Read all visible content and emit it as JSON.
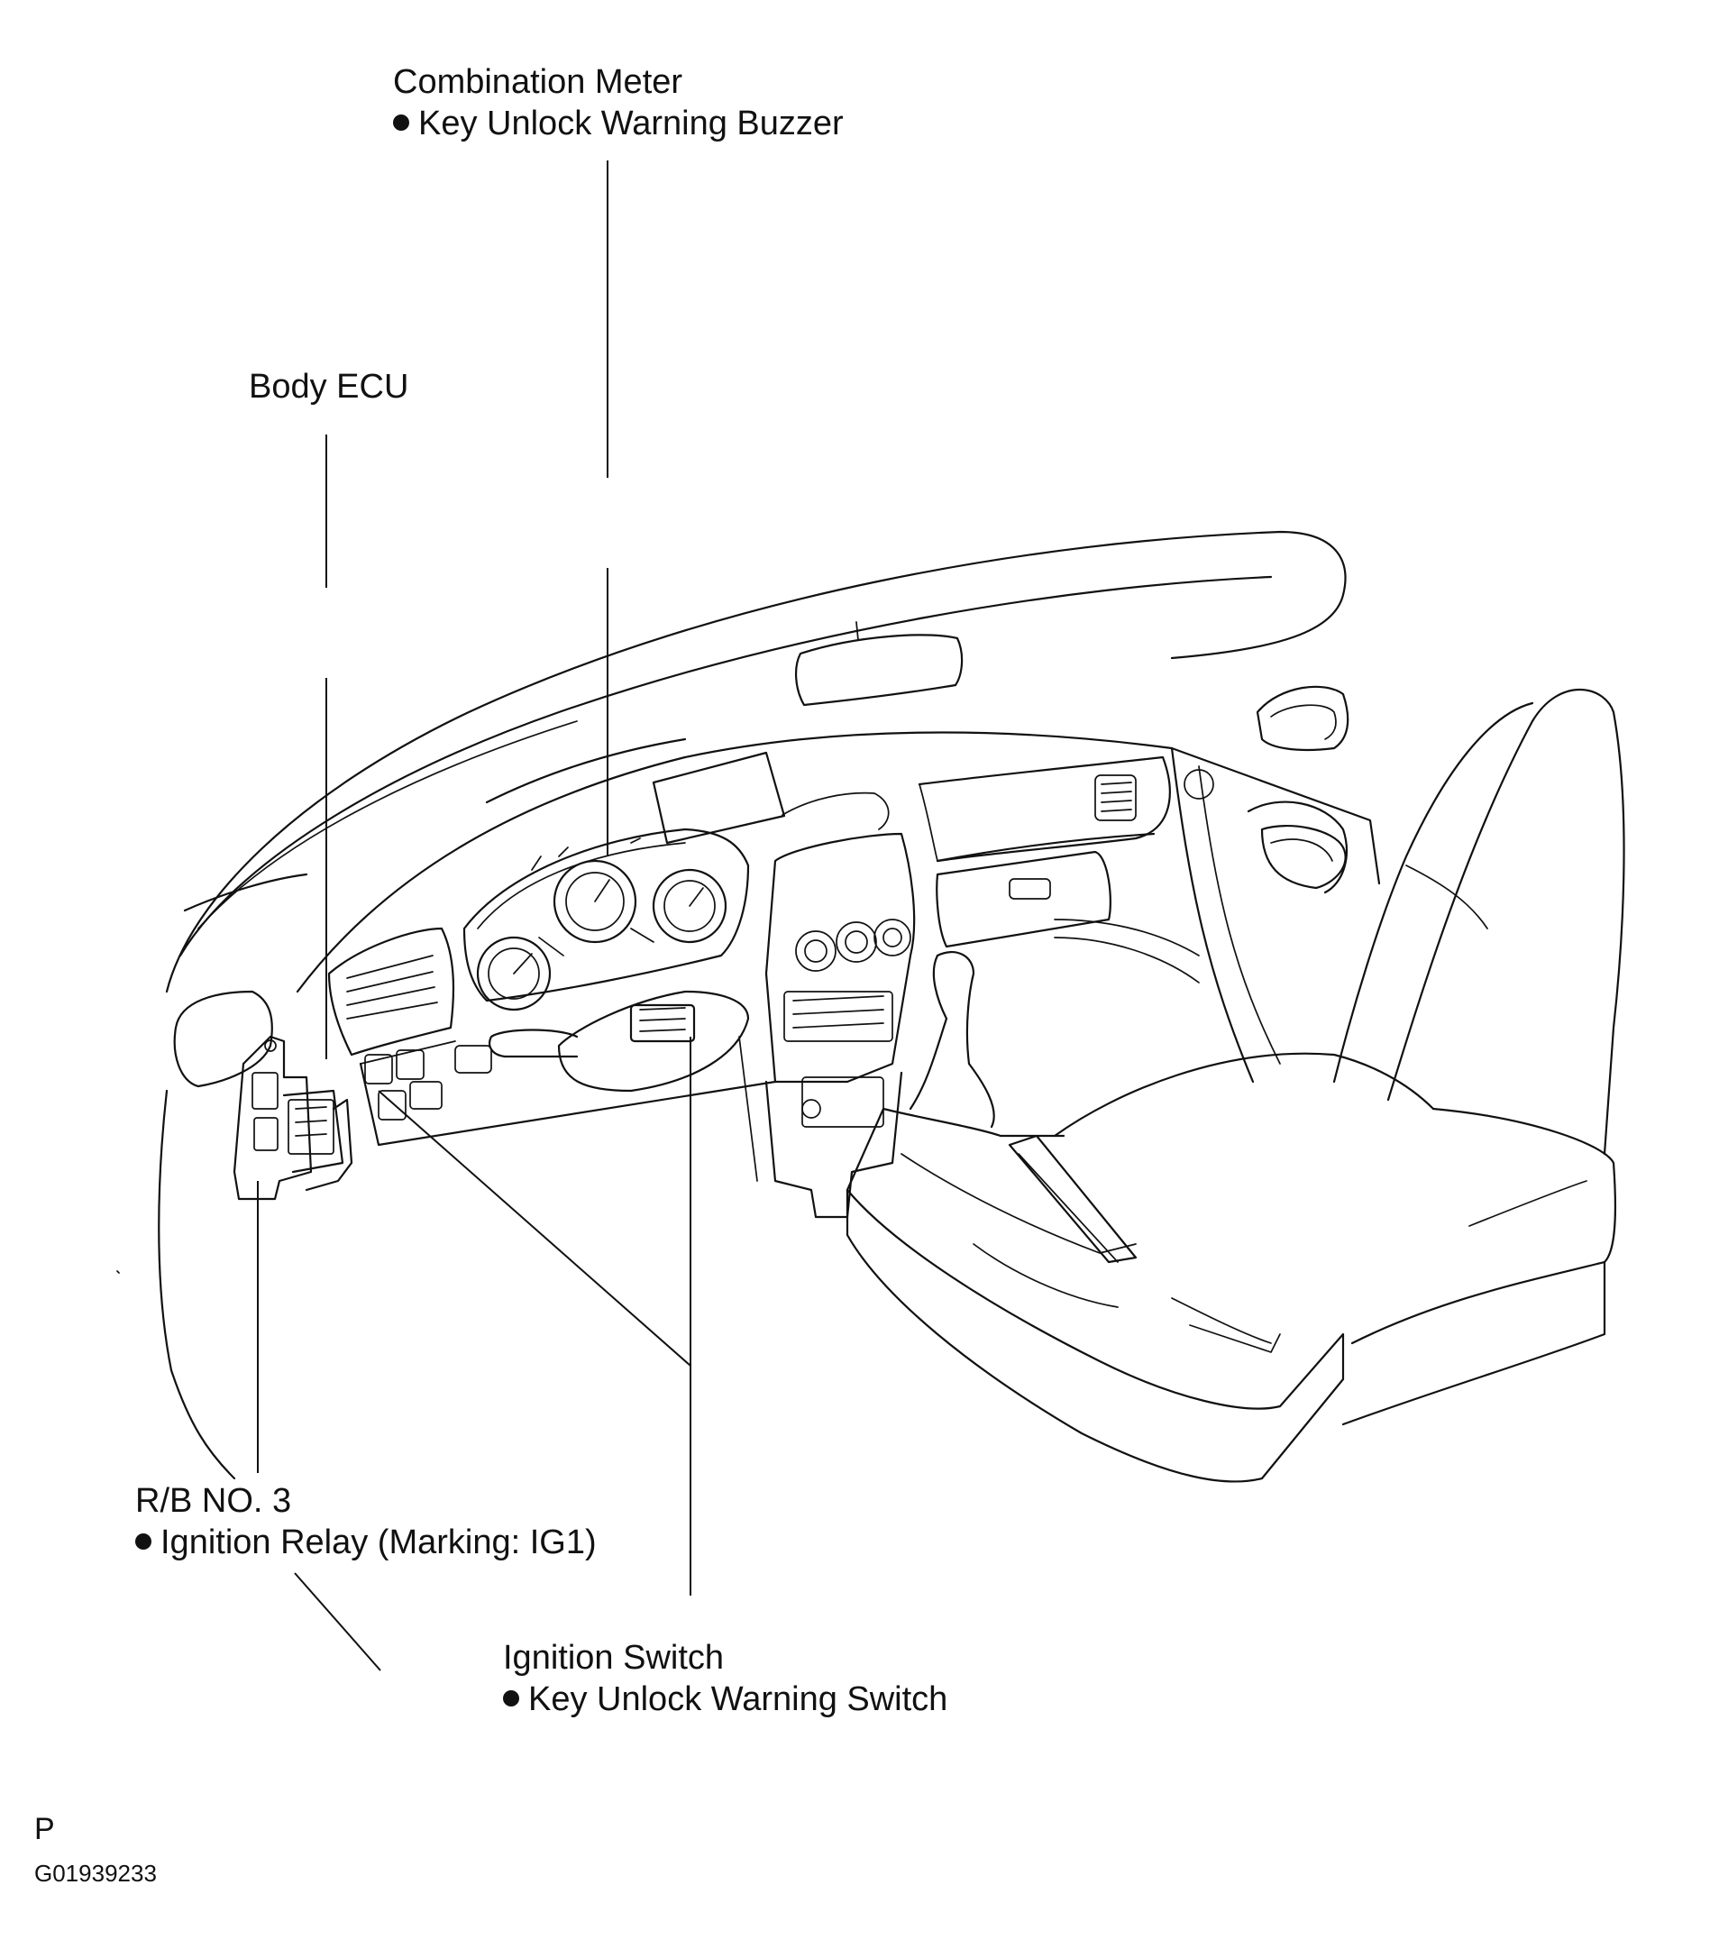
{
  "labels": {
    "combination_meter": {
      "title": "Combination Meter",
      "bullet": "Key Unlock Warning Buzzer"
    },
    "body_ecu": {
      "title": "Body ECU"
    },
    "rb_no3": {
      "title": "R/B NO. 3",
      "bullet": "Ignition Relay (Marking: IG1)"
    },
    "ignition_switch": {
      "title": "Ignition Switch",
      "bullet": "Key Unlock Warning Switch"
    }
  },
  "footer": {
    "page_letter": "P",
    "figure_id": "G01939233"
  }
}
